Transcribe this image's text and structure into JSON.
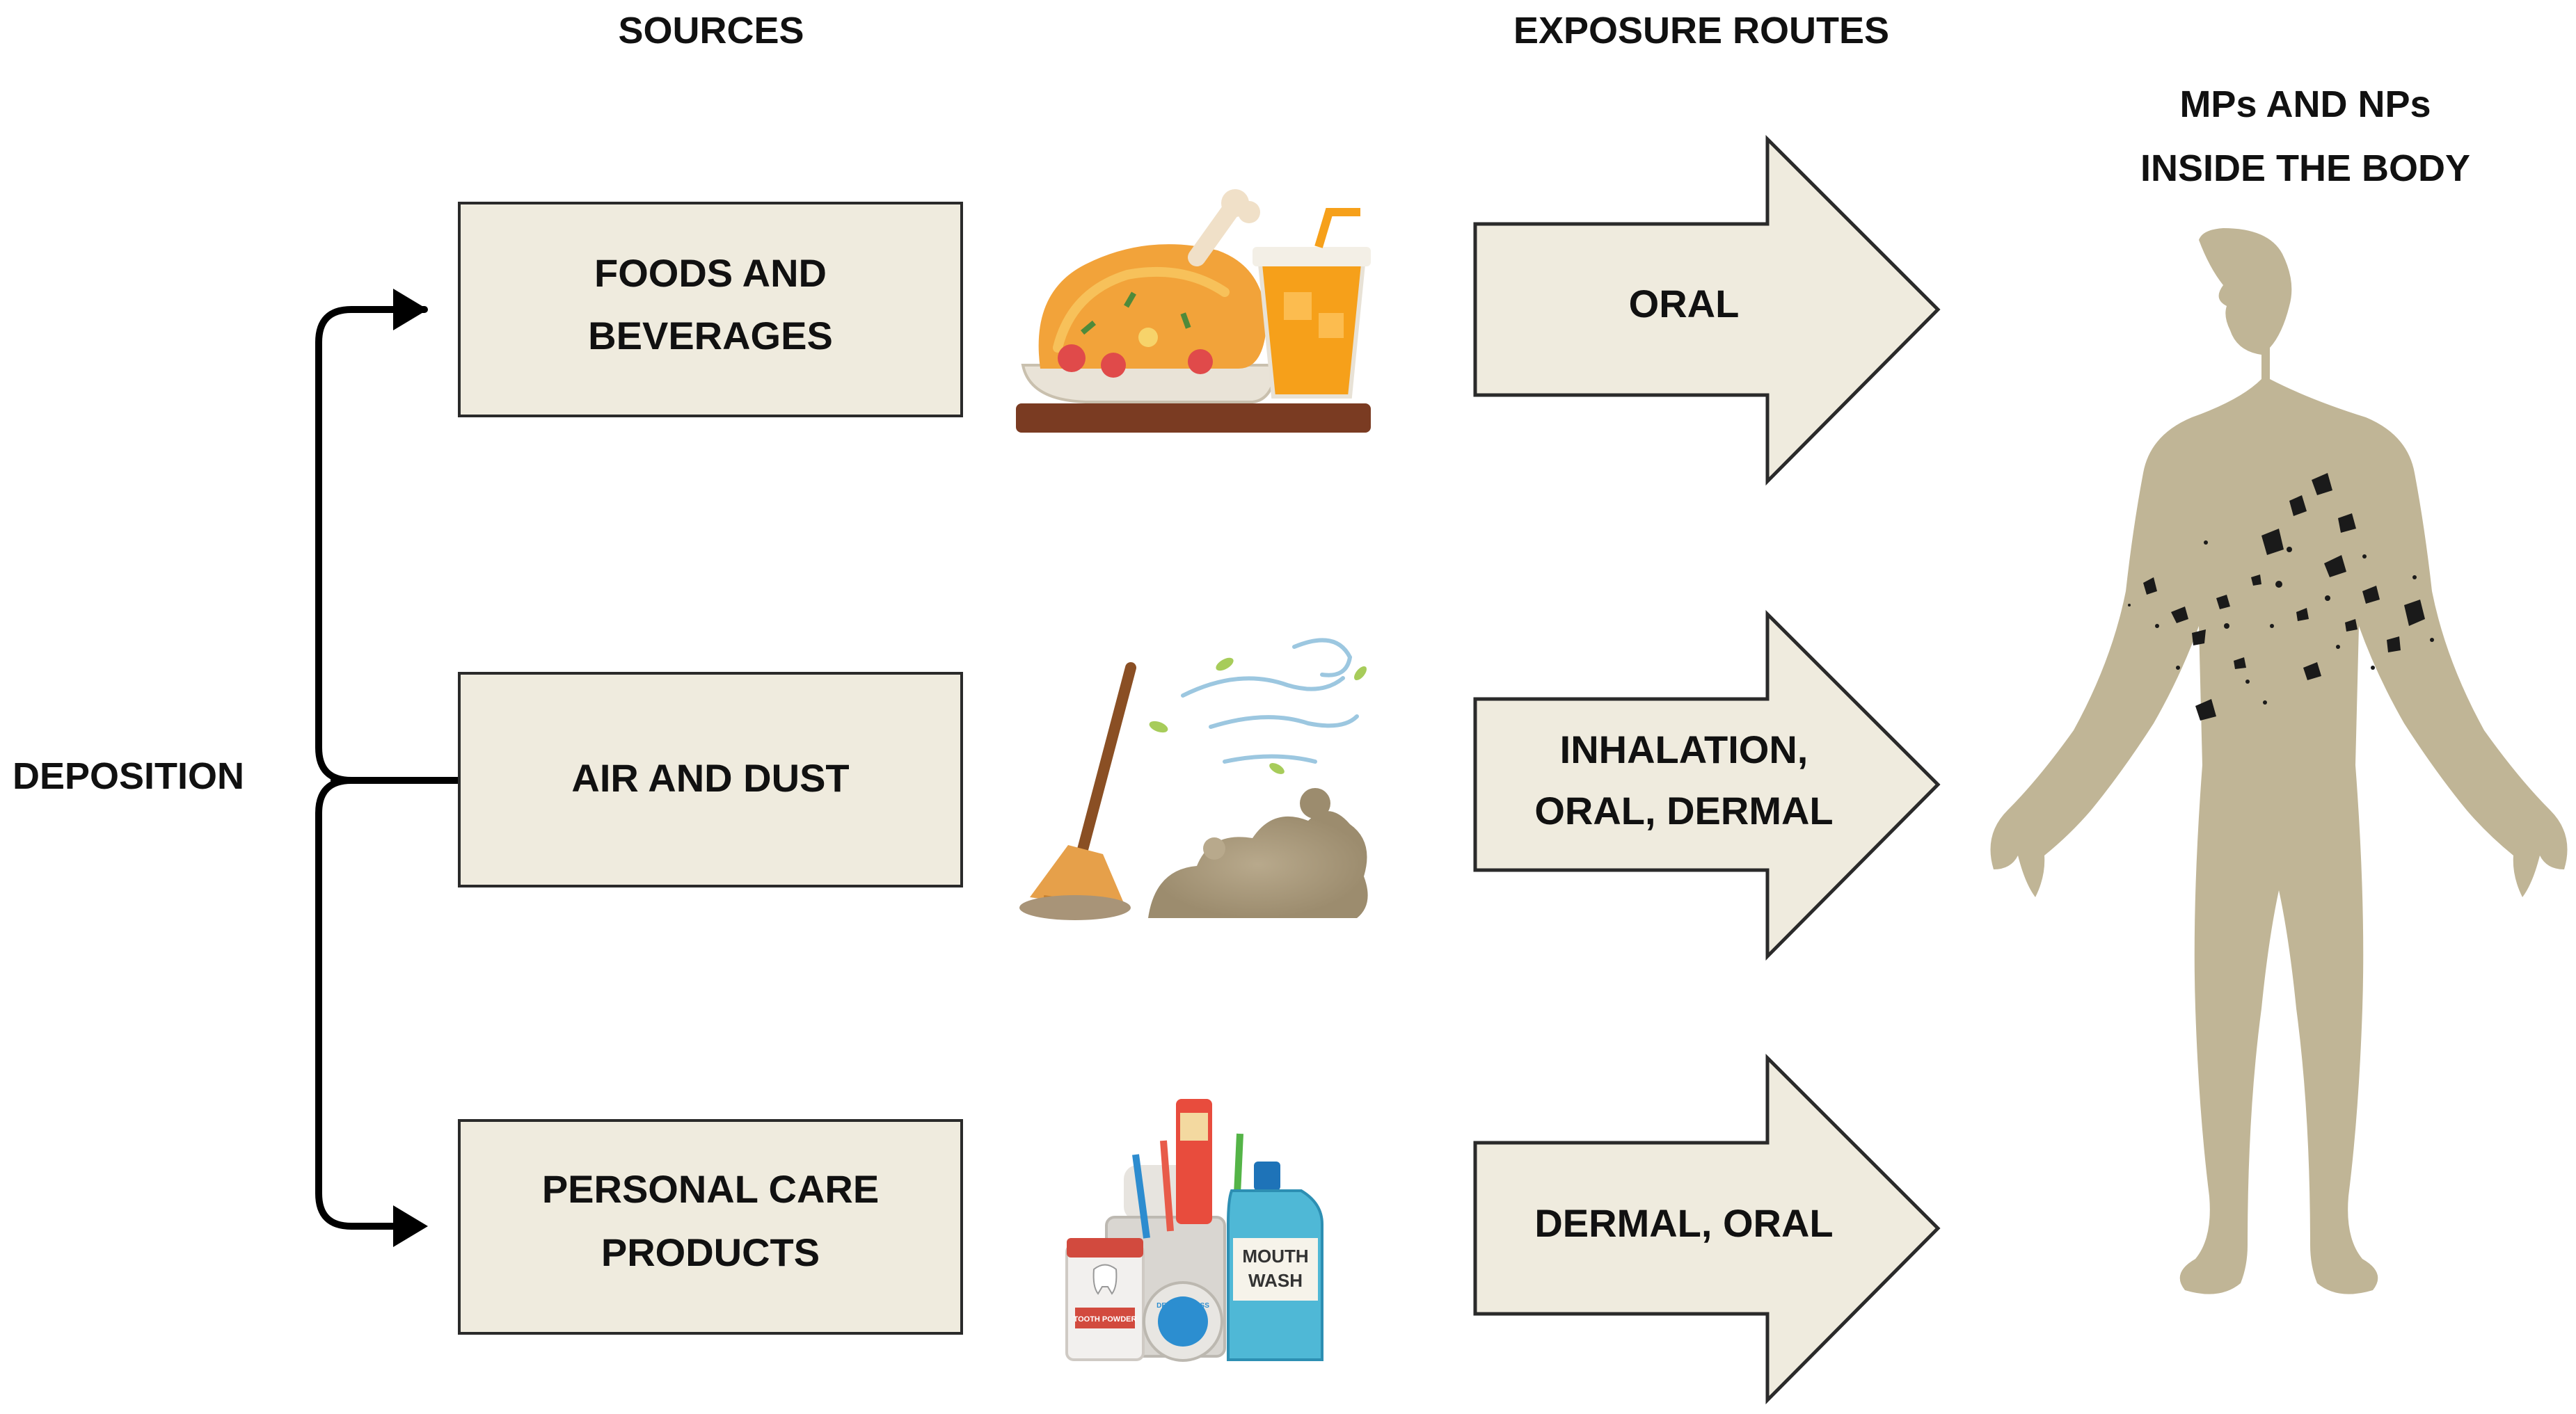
{
  "headers": {
    "sources": "SOURCES",
    "exposure_routes": "EXPOSURE ROUTES",
    "body_line1": "MPs AND NPs",
    "body_line2": "INSIDE THE BODY"
  },
  "deposition": "DEPOSITION",
  "sources": [
    {
      "line1": "FOODS AND",
      "line2": "BEVERAGES",
      "icon": "food-and-drink-icon"
    },
    {
      "line1": "AIR AND DUST",
      "line2": "",
      "icon": "broom-and-dust-icon"
    },
    {
      "line1": "PERSONAL CARE",
      "line2": "PRODUCTS",
      "icon": "personal-care-products-icon",
      "icon_text": {
        "mouthwash_1": "MOUTH",
        "mouthwash_2": "WASH",
        "tooth_powder": "TOOTH POWDER",
        "floss": "DENTAL FLOSS"
      }
    }
  ],
  "routes": [
    {
      "line1": "ORAL",
      "line2": ""
    },
    {
      "line1": "INHALATION,",
      "line2": "ORAL, DERMAL"
    },
    {
      "line1": "DERMAL, ORAL",
      "line2": ""
    }
  ],
  "colors": {
    "box_fill": "#efebde",
    "body_silhouette": "#c0b596",
    "particles": "#1a1a1a",
    "bracket": "#000000"
  }
}
